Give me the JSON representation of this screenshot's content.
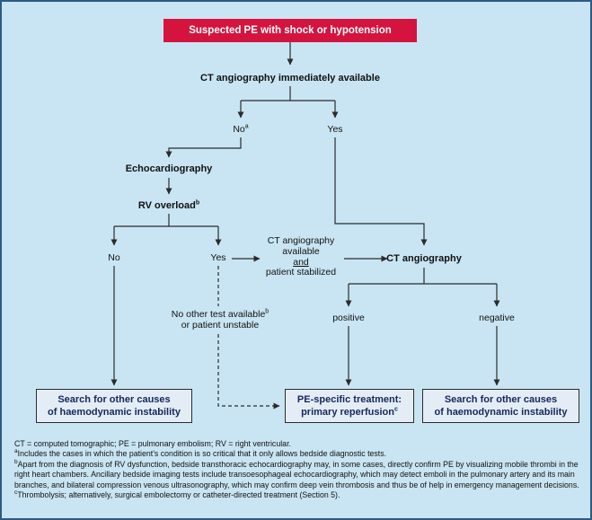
{
  "colors": {
    "background": "#c9e5f3",
    "border": "#2e5a86",
    "banner_bg": "#d4143f",
    "banner_text": "#ffffff",
    "box_bg": "#e4edf6",
    "box_border": "#2b2b2b",
    "box_text": "#16265c",
    "line": "#2b2b2b",
    "text": "#111111"
  },
  "banner": {
    "label": "Suspected PE with shock or hypotension"
  },
  "nodes": {
    "ct_available": "CT angiography immediately available",
    "no_top": {
      "text": "No",
      "sup": "a"
    },
    "yes_top": "Yes",
    "echo": "Echocardiography",
    "rv_overload": {
      "text": "RV overload",
      "sup": "b"
    },
    "no_rv": "No",
    "yes_rv": "Yes",
    "ct_avail_block": {
      "line1": "CT angiography",
      "line2": "available",
      "line3": "and",
      "line4": "patient stabilized"
    },
    "ct_angio": "CT angiography",
    "no_other_test": {
      "line1_text": "No other test available",
      "line1_sup": "b",
      "line2": "or patient unstable"
    },
    "positive": "positive",
    "negative": "negative"
  },
  "boxes": {
    "search_left": {
      "line1": "Search for other causes",
      "line2": "of haemodynamic instability"
    },
    "pe_treatment": {
      "line1": "PE-specific treatment:",
      "line2_text": "primary reperfusion",
      "line2_sup": "c"
    },
    "search_right": {
      "line1": "Search for other causes",
      "line2": "of haemodynamic instability"
    }
  },
  "footnotes": {
    "abbrev": "CT = computed tomographic; PE = pulmonary embolism; RV = right ventricular.",
    "a_sup": "a",
    "a_text": "Includes the cases in which the patient's condition is so critical that it only allows bedside diagnostic tests.",
    "b_sup": "b",
    "b_text": "Apart from the diagnosis of RV dysfunction, bedside transthoracic echocardiography may, in some cases, directly confirm PE by visualizing mobile thrombi in the right heart chambers. Ancillary bedside imaging tests include transoesophageal echocardiography, which may detect emboli in the pulmonary artery and its main branches, and bilateral compression venous ultrasonography, which may confirm deep vein thrombosis and thus be of help in emergency management decisions.",
    "c_sup": "c",
    "c_text": "Thrombolysis; alternatively, surgical embolectomy or catheter-directed treatment (Section 5)."
  }
}
